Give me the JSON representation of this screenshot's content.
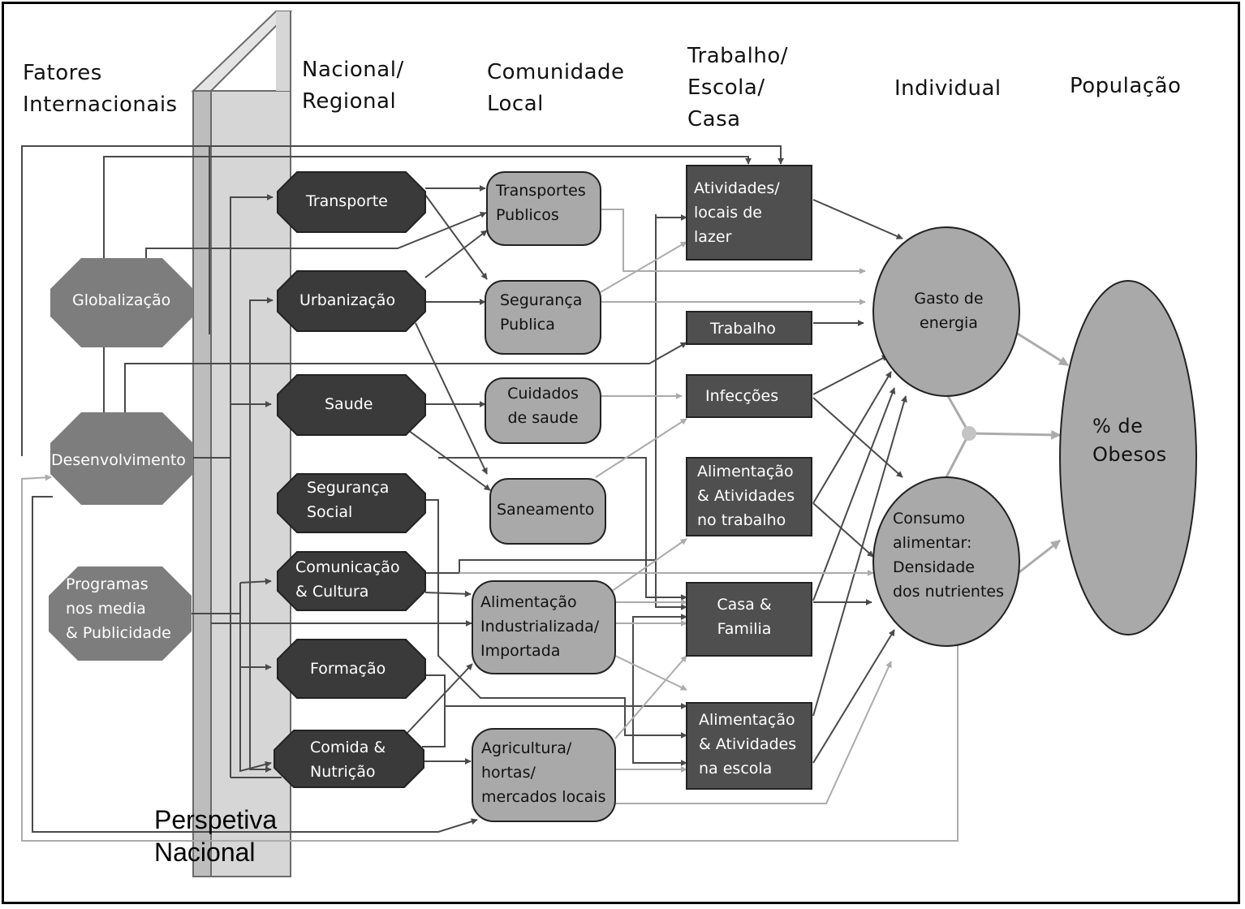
{
  "columns": {
    "international": "Fatores\nInternacionais",
    "national": "Nacional/\nRegional",
    "community": "Comunidade\nLocal",
    "work": "Trabalho/\nEscola/\nCasa",
    "individual": "Individual",
    "population": "População"
  },
  "perspective_label": "Perspetiva\nNacional",
  "nodes": {
    "globalizacao": "Globalização",
    "desenvolvimento": "Desenvolvimento",
    "programas": "Programas\nnos media\n& Publicidade",
    "transporte": "Transporte",
    "urbanizacao": "Urbanização",
    "saude": "Saude",
    "seguranca_social": "Segurança\nSocial",
    "comunicacao": "Comunicação\n& Cultura",
    "formacao": "Formação",
    "comida": "Comida &\nNutrição",
    "transportes_publicos": "Transportes\nPublicos",
    "seguranca_publica": "Segurança\nPublica",
    "cuidados": "Cuidados\nde saude",
    "saneamento": "Saneamento",
    "alimentacao_ind": "Alimentação\nIndustrializada/\nImportada",
    "agricultura": "Agricultura/\nhortas/\nmercados locais",
    "atividades_lazer": "Atividades/\nlocais de\nlazer",
    "trabalho": "Trabalho",
    "infeccoes": "Infecções",
    "alim_trabalho": "Alimentação\n& Atividades\nno trabalho",
    "casa_familia": "Casa &\nFamilia",
    "alim_escola": "Alimentação\n& Atividades\nna escola",
    "gasto_energia": "Gasto de\nenergia",
    "consumo": "Consumo\nalimentar:\nDensidade\ndos nutrientes",
    "obesos": "% de\nObesos"
  },
  "colors": {
    "dark_node": "#3a3a3a",
    "mid_node": "#7d7d7d",
    "light_node": "#a9a9a9",
    "dark_arrow": "#4a4a4a",
    "light_arrow": "#ababab"
  }
}
